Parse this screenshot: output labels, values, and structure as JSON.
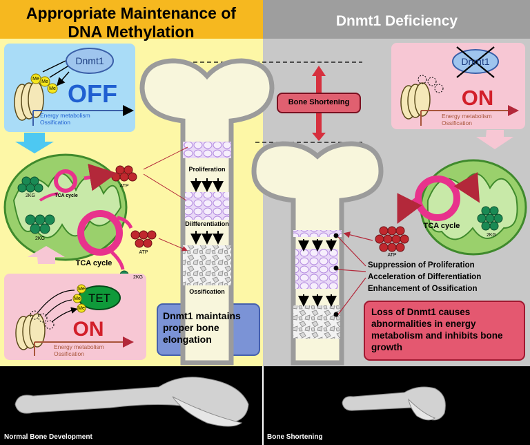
{
  "left": {
    "header": "Appropriate Maintenance of DNA Methylation",
    "enzyme": "Dnmt1",
    "me_label": "Me",
    "off_label": "OFF",
    "energy_metabolism": "Energy metabolism",
    "ossification": "Ossification",
    "tca_cycle": "TCA cycle",
    "kg": "2KG",
    "atp": "ATP",
    "tet": "TET",
    "on_label": "ON",
    "maintains_text": "Dnmt1 maintains proper bone elongation",
    "bone_stages": [
      "Proliferation",
      "Diifferentiation",
      "Ossification"
    ],
    "ct_caption": "Normal Bone Development"
  },
  "right": {
    "header": "Dnmt1 Deficiency",
    "enzyme": "Dnmt1",
    "on_label": "ON",
    "energy_metabolism": "Energy metabolism",
    "ossification": "Ossification",
    "tca_cycle": "TCA cycle",
    "kg": "2KG",
    "atp": "ATP",
    "shortening_box": "Bone Shortening",
    "effects": [
      "Suppression of Proliferation",
      "Acceleration of Differentiation",
      "Enhancement of Ossification"
    ],
    "loss_text": "Loss of Dnmt1 causes abnormalities in energy metabolism and inhibits bone growth",
    "ct_caption": "Bone Shortening"
  },
  "colors": {
    "left_bg": "#fdf7a6",
    "left_header": "#f6b81f",
    "right_bg": "#c8c8c8",
    "right_header": "#9e9e9e",
    "off_text": "#1f5fd1",
    "on_text": "#d21f2a",
    "tca": "#e8328c",
    "atp": "#c0282e",
    "kg": "#1a8a54"
  }
}
